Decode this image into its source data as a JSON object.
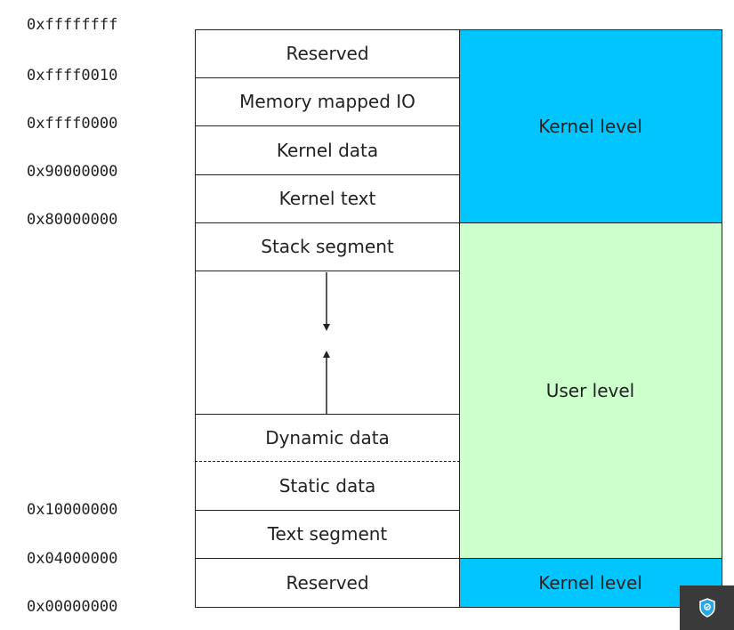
{
  "addresses": [
    "0xffffffff",
    "0xffff0010",
    "0xffff0000",
    "0x90000000",
    "0x80000000",
    "0x10000000",
    "0x04000000",
    "0x00000000"
  ],
  "segments": {
    "reserved_top": "Reserved",
    "mmio": "Memory mapped IO",
    "kernel_data": "Kernel data",
    "kernel_text": "Kernel text",
    "stack": "Stack segment",
    "dynamic": "Dynamic data",
    "static": "Static data",
    "text": "Text segment",
    "reserved_bottom": "Reserved"
  },
  "levels": {
    "kernel_top": "Kernel level",
    "user": "User level",
    "kernel_bottom": "Kernel level"
  },
  "colors": {
    "kernel": "#00c5ff",
    "user": "#ccffcc",
    "badge": "#3a3a3a",
    "badge_icon": "#2aa6e8"
  },
  "icons": {
    "badge": "shield-icon"
  }
}
